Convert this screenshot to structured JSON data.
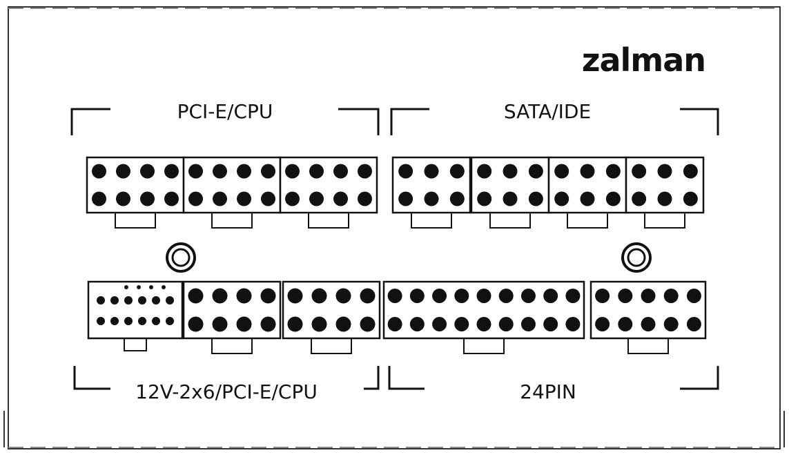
{
  "brand": "zalman",
  "sections": {
    "top_left_label": "PCI-E/CPU",
    "top_right_label": "SATA/IDE",
    "bottom_left_label": "12V-2x6/PCI-E/CPU",
    "bottom_right_label": "24PIN"
  },
  "connectors": {
    "pcie_cpu_top": [
      {
        "type": "8-pin"
      },
      {
        "type": "8-pin"
      },
      {
        "type": "8-pin"
      }
    ],
    "sata_ide_top": [
      {
        "type": "6-pin"
      },
      {
        "type": "6-pin"
      },
      {
        "type": "6-pin"
      },
      {
        "type": "6-pin"
      }
    ],
    "bottom_left": [
      {
        "type": "12V-2x6 (16-pin)"
      },
      {
        "type": "8-pin"
      },
      {
        "type": "8-pin"
      }
    ],
    "bottom_right": [
      {
        "type": "18-pin"
      },
      {
        "type": "10-pin"
      }
    ]
  },
  "colors": {
    "ink": "#111111",
    "panel": "#ffffff",
    "dashed_border": "#8a8a8a"
  },
  "icons": {
    "screw_left": "screw-icon",
    "screw_right": "screw-icon"
  }
}
